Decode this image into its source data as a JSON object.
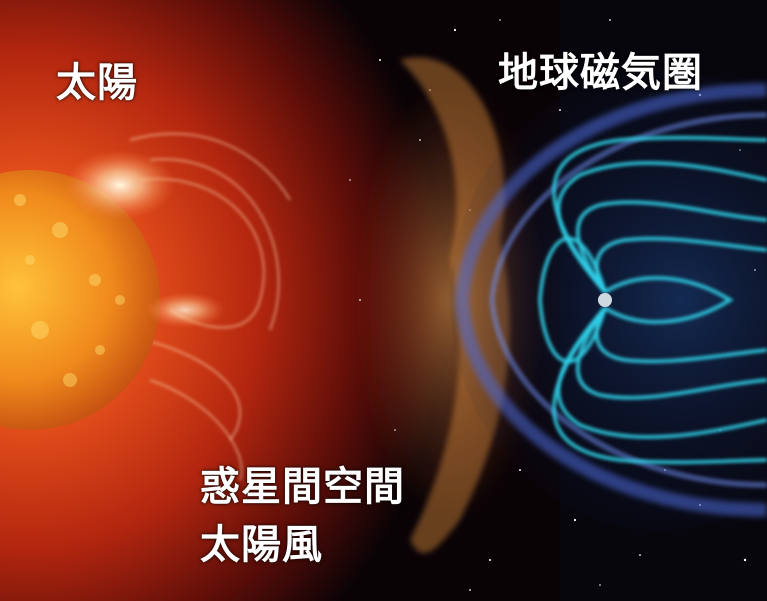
{
  "labels": {
    "sun": "太陽",
    "magnetosphere": "地球磁気圏",
    "interplanetary_space": "惑星間空間",
    "solar_wind": "太陽風"
  },
  "colors": {
    "sun_core": "#f0a020",
    "corona": "#d8351a",
    "space": "#050510",
    "field_lines": "#2fd0e8",
    "bow_shock": "#4a6ad8"
  }
}
